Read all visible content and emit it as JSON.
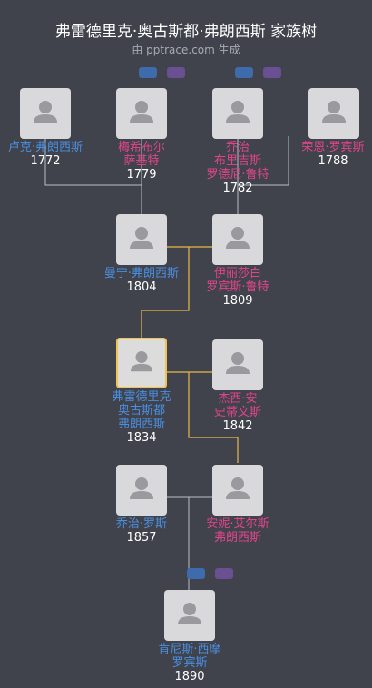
{
  "header": {
    "title": "弗雷德里克·奥古斯都·弗朗西斯 家族树",
    "subtitle": "由 pptrace.com 生成"
  },
  "people": [
    {
      "id": "luke",
      "lines": [
        "卢克·弗朗西斯"
      ],
      "year": "1772",
      "gender": "m"
    },
    {
      "id": "meixi",
      "lines": [
        "梅希布尔",
        "萨基特"
      ],
      "year": "1779",
      "gender": "f"
    },
    {
      "id": "joe1",
      "lines": [
        "乔治",
        "布里吉斯",
        "罗德尼·鲁特"
      ],
      "year": "1782",
      "gender": "f"
    },
    {
      "id": "rong",
      "lines": [
        "荣恩·罗宾斯"
      ],
      "year": "1788",
      "gender": "f"
    },
    {
      "id": "manning",
      "lines": [
        "曼宁·弗朗西斯"
      ],
      "year": "1804",
      "gender": "m"
    },
    {
      "id": "eliza",
      "lines": [
        "伊丽莎白",
        "罗宾斯·鲁特"
      ],
      "year": "1809",
      "gender": "f"
    },
    {
      "id": "fred",
      "lines": [
        "弗雷德里克",
        "奥古斯都",
        "弗朗西斯"
      ],
      "year": "1834",
      "gender": "m",
      "selected": true
    },
    {
      "id": "jessie",
      "lines": [
        "杰西·安",
        "史蒂文斯"
      ],
      "year": "1842",
      "gender": "f"
    },
    {
      "id": "georgeross",
      "lines": [
        "乔治·罗斯"
      ],
      "year": "1857",
      "gender": "m"
    },
    {
      "id": "annie",
      "lines": [
        "安妮·艾尔斯",
        "弗朗西斯"
      ],
      "year": "",
      "gender": "f"
    },
    {
      "id": "kenny",
      "lines": [
        "肯尼斯·西摩",
        "罗宾斯"
      ],
      "year": "1890",
      "gender": "m"
    }
  ],
  "colors": {
    "background": "#40434c",
    "male": "#4a8ee0",
    "female": "#e0448a",
    "line": "#b9bcc3",
    "highlight_line": "#e8b84a",
    "badge_blue": "#3e6bab",
    "badge_purple": "#6a4f92"
  },
  "icons": {
    "person": "person-silhouette-icon",
    "badge": "tag-icon"
  }
}
